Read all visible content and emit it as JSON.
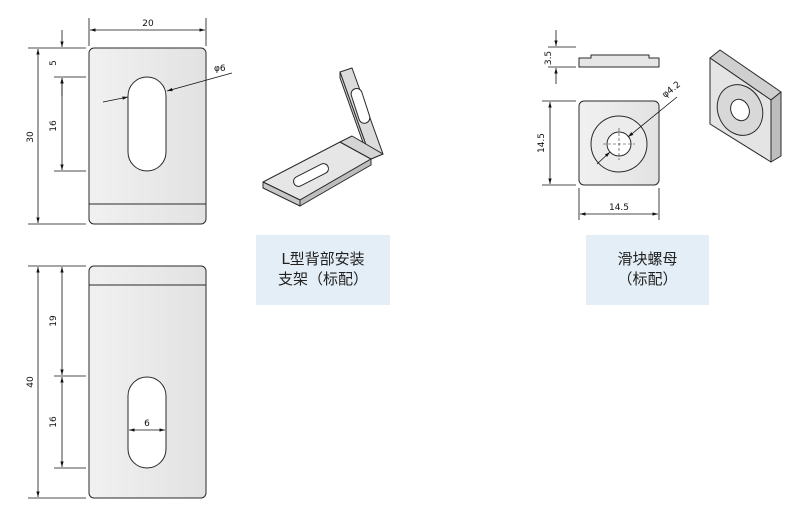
{
  "bracket": {
    "top_view": {
      "width": "20",
      "height": "30",
      "offset_top": "5",
      "slot_length": "16",
      "hole_dia": "φ6"
    },
    "bottom_view": {
      "height": "40",
      "top_segment": "19",
      "slot_length": "16",
      "slot_width": "6"
    },
    "label_line1": "L型背部安装",
    "label_line2": "支架（标配）"
  },
  "nut": {
    "thickness": "3.5",
    "side": "14.5",
    "width": "14.5",
    "hole_dia": "φ4.2",
    "label_line1": "滑块螺母",
    "label_line2": "（标配）"
  },
  "colors": {
    "part_fill": "#ececec",
    "part_stroke": "#2a2a2a",
    "label_bg": "#e4eef6"
  }
}
